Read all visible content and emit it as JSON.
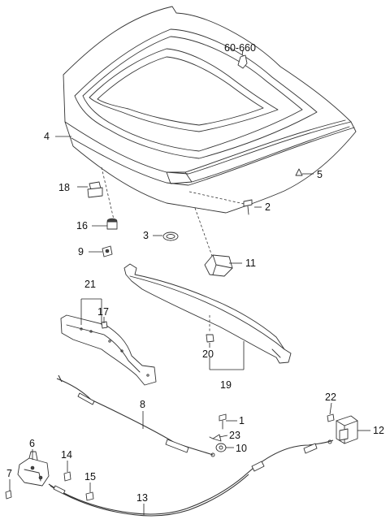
{
  "reference_label": "60-660",
  "callouts": {
    "c1": "1",
    "c2": "2",
    "c3": "3",
    "c4": "4",
    "c5": "5",
    "c6": "6",
    "c7": "7",
    "c8": "8",
    "c9": "9",
    "c10": "10",
    "c11": "11",
    "c12": "12",
    "c13": "13",
    "c14": "14",
    "c15": "15",
    "c16": "16",
    "c17": "17",
    "c18": "18",
    "c19": "19",
    "c20": "20",
    "c21": "21",
    "c22": "22",
    "c23": "23"
  }
}
